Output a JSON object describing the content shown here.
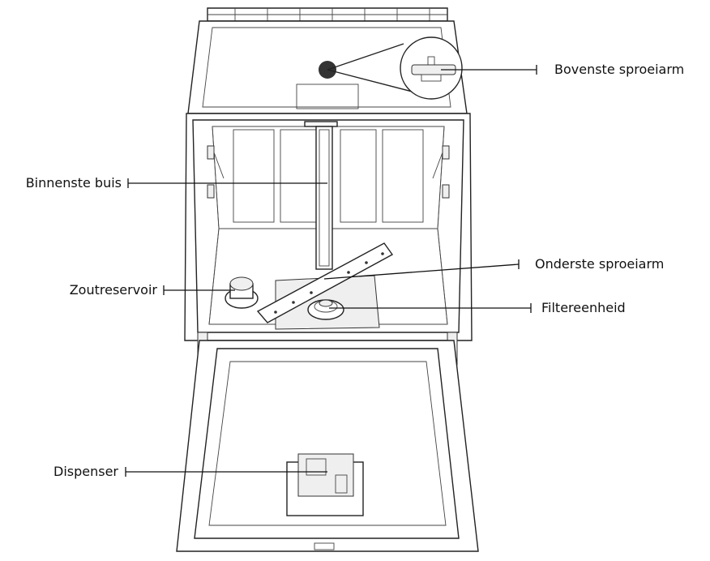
{
  "labels": {
    "bovenste_sproeiarm": "Bovenste sproeiarm",
    "binnenste_buis": "Binnenste buis",
    "onderste_sproeiarm": "Onderste sproeiarm",
    "zoutreservoir": "Zoutreservoir",
    "filtereenheid": "Filtereenheid",
    "dispenser": "Dispenser"
  }
}
